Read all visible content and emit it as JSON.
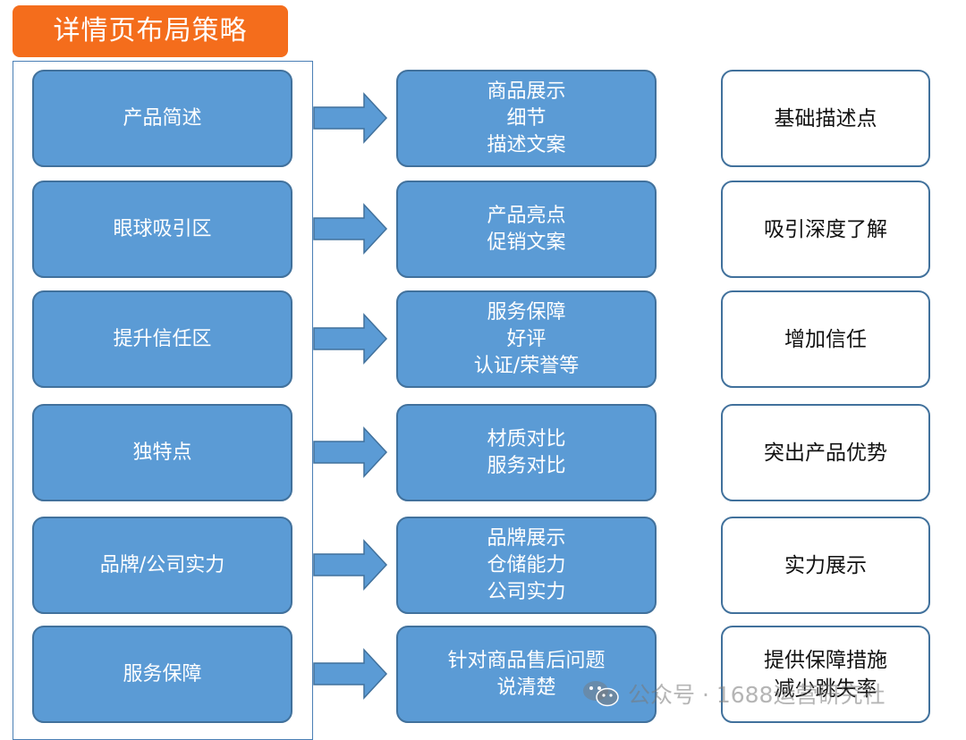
{
  "title": "详情页布局策略",
  "rows": [
    {
      "section": "产品简述",
      "content": [
        "商品展示",
        "细节",
        "描述文案"
      ],
      "purpose": [
        "基础描述点"
      ]
    },
    {
      "section": "眼球吸引区",
      "content": [
        "产品亮点",
        "促销文案"
      ],
      "purpose": [
        "吸引深度了解"
      ]
    },
    {
      "section": "提升信任区",
      "content": [
        "服务保障",
        "好评",
        "认证/荣誉等"
      ],
      "purpose": [
        "增加信任"
      ]
    },
    {
      "section": "独特点",
      "content": [
        "材质对比",
        "服务对比"
      ],
      "purpose": [
        "突出产品优势"
      ]
    },
    {
      "section": "品牌/公司实力",
      "content": [
        "品牌展示",
        "仓储能力",
        "公司实力"
      ],
      "purpose": [
        "实力展示"
      ]
    },
    {
      "section": "服务保障",
      "content": [
        "针对商品售后问题",
        "说清楚"
      ],
      "purpose": [
        "提供保障措施",
        "减少跳失率"
      ]
    }
  ],
  "watermark": "公众号 · 1688运营研究社",
  "colors": {
    "title_bg": "#f46d1c",
    "box_blue": "#5b9bd5",
    "box_border": "#41719c",
    "arrow": "#5b9bd5"
  },
  "icons": {
    "arrow": "right-arrow-icon",
    "watermark": "wechat-icon"
  }
}
